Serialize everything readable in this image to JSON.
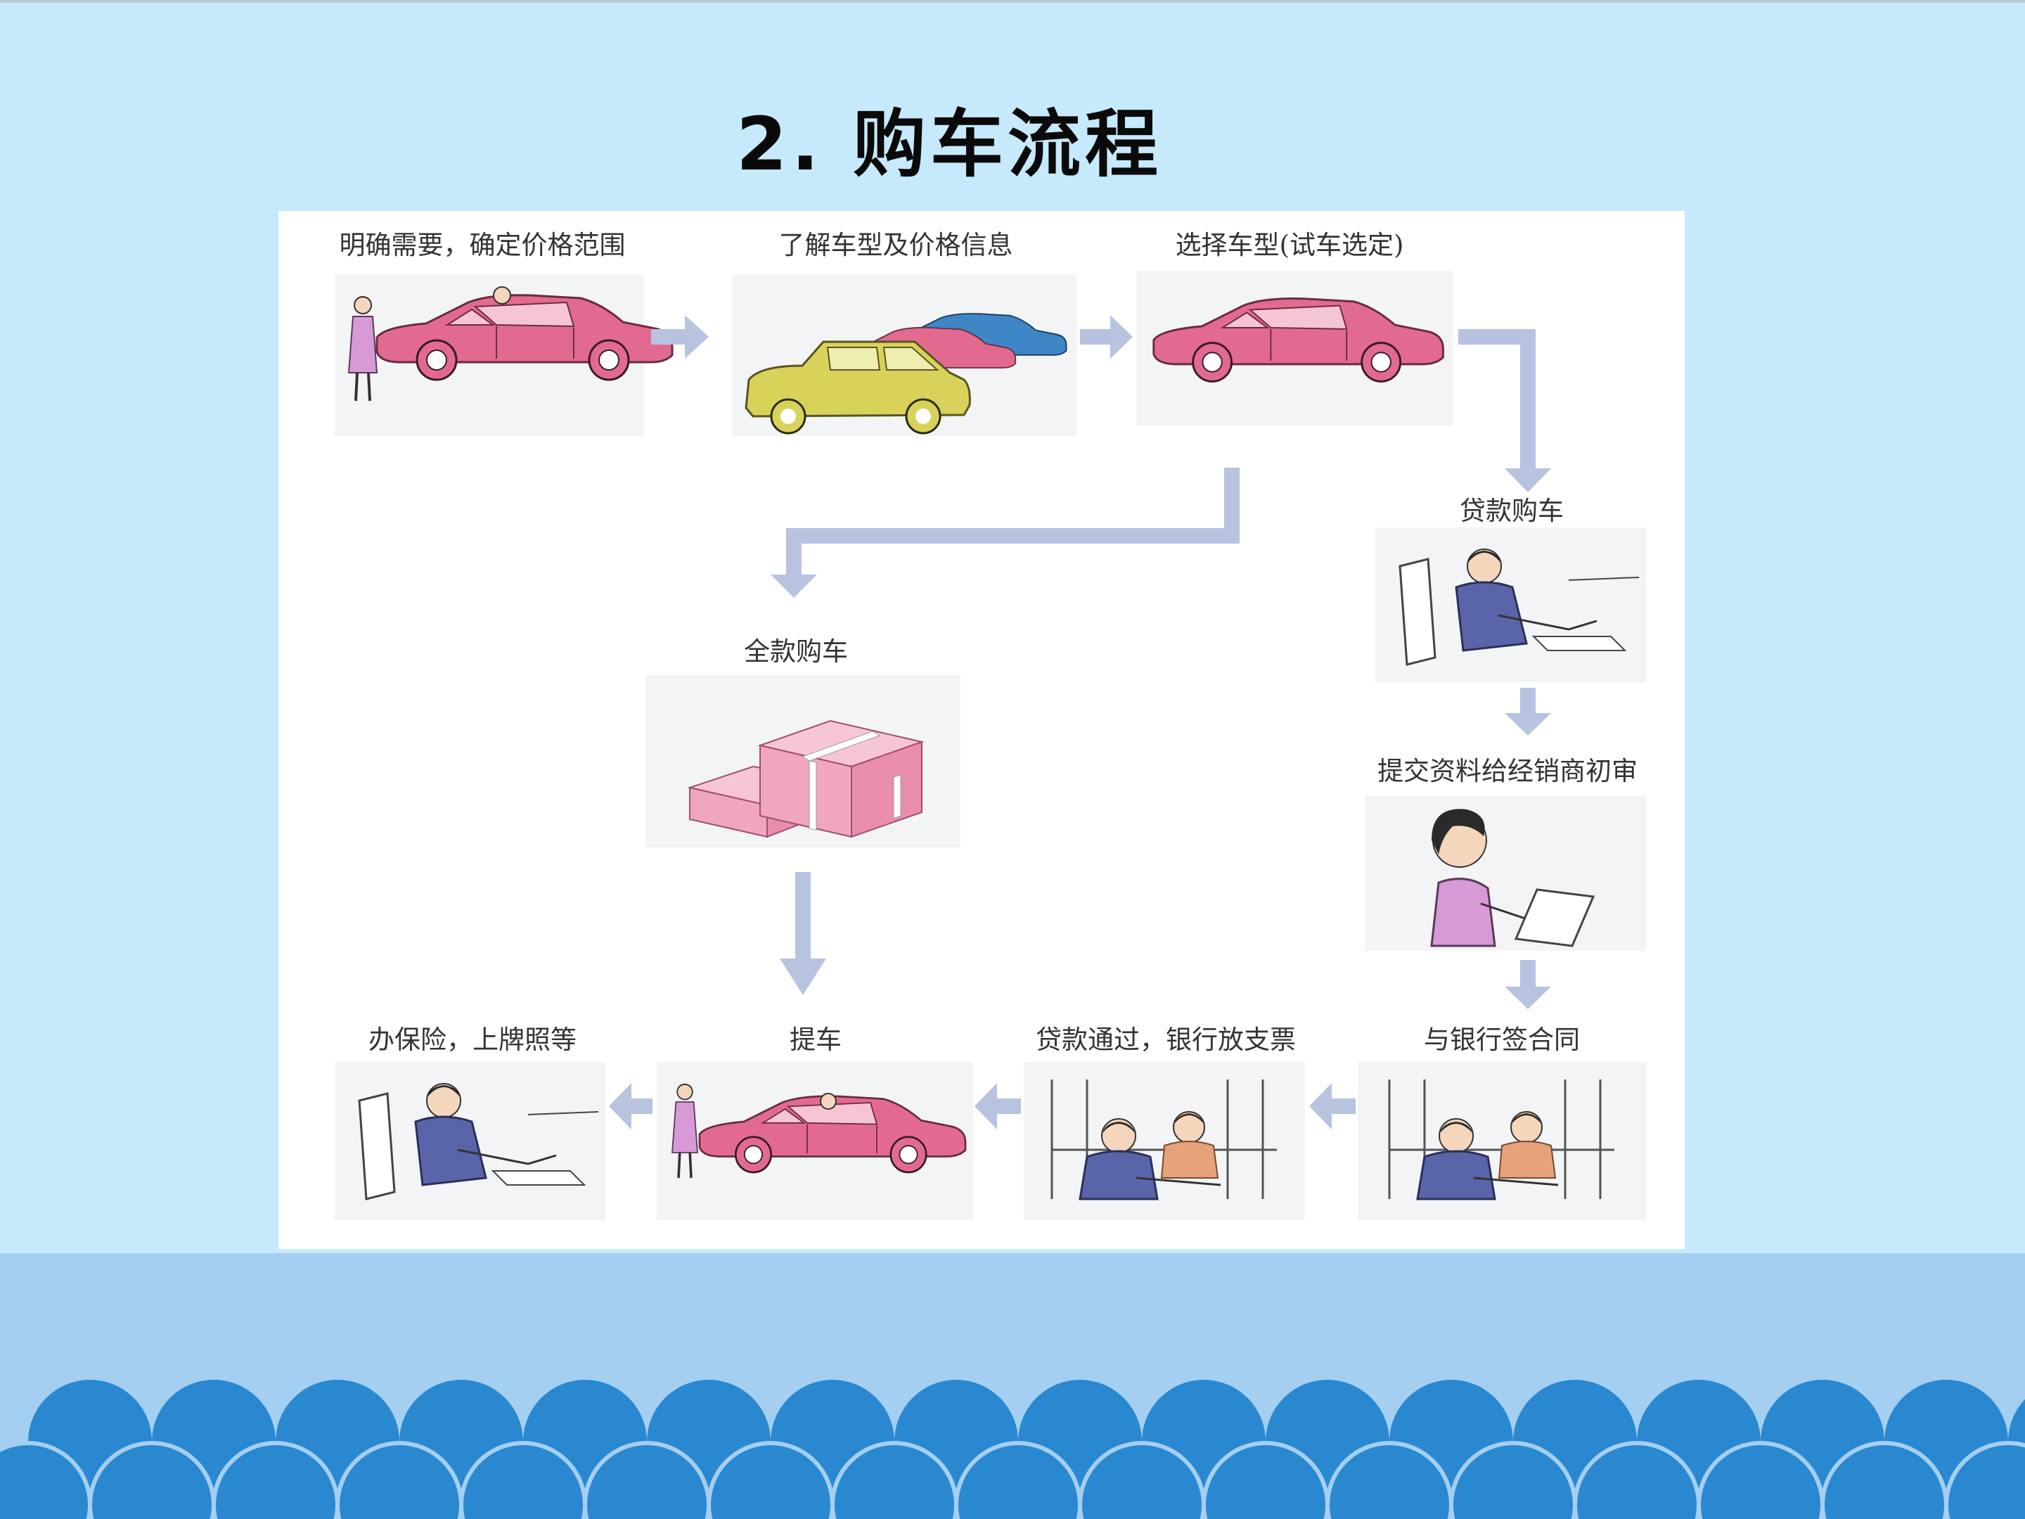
{
  "slide": {
    "title": "2. 购车流程"
  },
  "steps": {
    "clarify_needs": "明确需要，确定价格范围",
    "learn_info": "了解车型及价格信息",
    "select_model": "选择车型(试车选定)",
    "loan_purchase": "贷款购车",
    "full_payment": "全款购车",
    "submit_docs": "提交资料给经销商初审",
    "sign_contract": "与银行签合同",
    "loan_approved": "贷款通过，银行放支票",
    "pick_up": "提车",
    "insurance": "办保险，上牌照等"
  },
  "colors": {
    "background": "#c6e9fb",
    "band": "#a4cff1",
    "wave_dark": "#2a88d0",
    "arrow": "#b8c3e0",
    "car_pink": "#e26a90",
    "car_yellow": "#d8d25a",
    "car_blue": "#3e86c6",
    "money_pink": "#f0a7bd",
    "shirt_blue": "#5a64a8"
  },
  "icons": {
    "arrow": "flow-arrow-icon",
    "car": "car-icon",
    "person": "person-icon",
    "money": "money-stack-icon",
    "desk": "desk-writing-icon",
    "counter": "bank-counter-icon"
  }
}
